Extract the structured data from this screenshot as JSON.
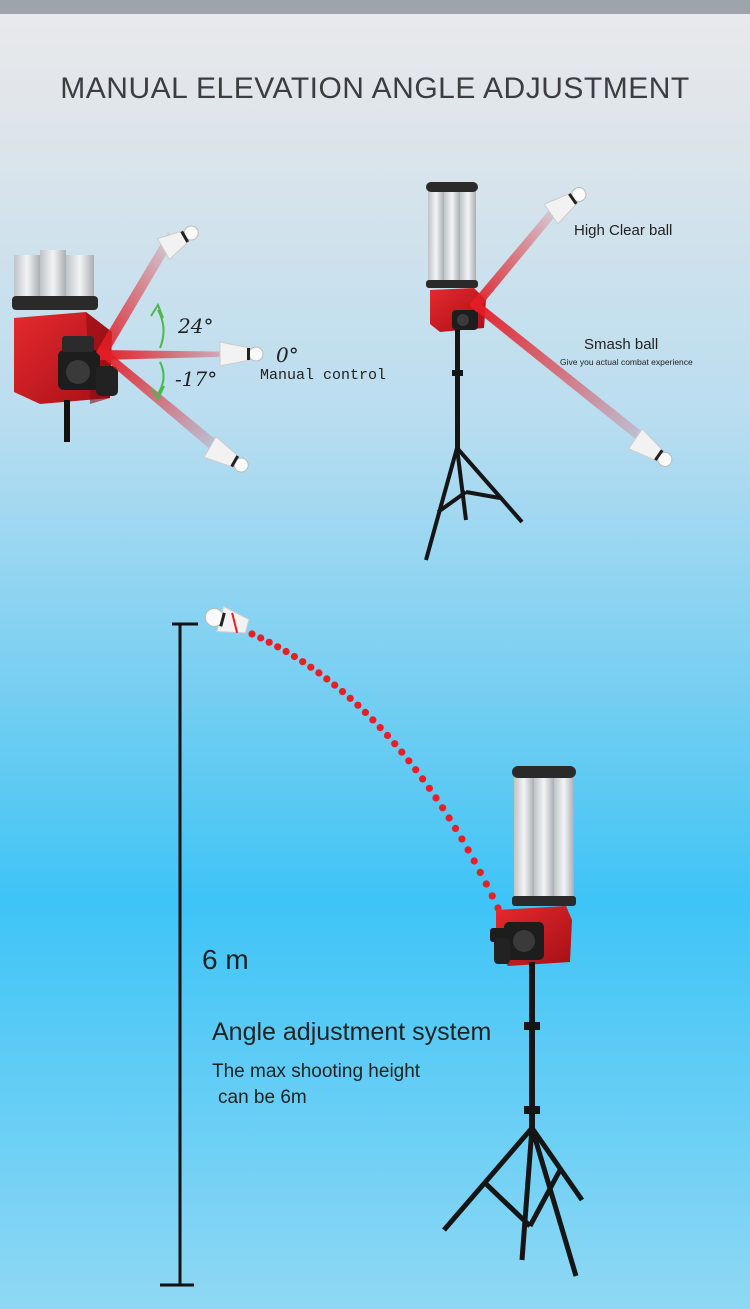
{
  "page": {
    "title": "MANUAL ELEVATION ANGLE ADJUSTMENT"
  },
  "figure1": {
    "angle_up": "24°",
    "angle_zero": "0°",
    "angle_down": "-17°",
    "control_label": "Manual control"
  },
  "figure2": {
    "high_clear": "High Clear ball",
    "smash": "Smash ball",
    "smash_sub": "Give you actual combat experience"
  },
  "figure3": {
    "height_label": "6 m",
    "system_title": "Angle adjustment system",
    "line1": "The max shooting height",
    "line2": "can be 6m"
  },
  "colors": {
    "machine_red": "#c8141c",
    "trajectory_red": "#e81e25",
    "arrow_green": "#4bb84a"
  }
}
